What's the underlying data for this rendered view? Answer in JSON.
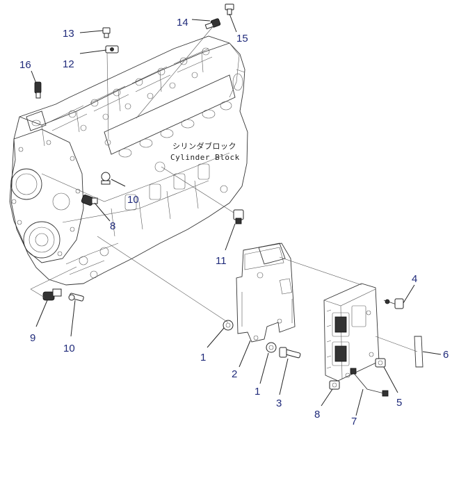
{
  "cylinder_block": {
    "label_jp": "シリンダブロック",
    "label_en": "Cylinder Block"
  },
  "callouts": [
    {
      "id": "c16",
      "text": "16"
    },
    {
      "id": "c13",
      "text": "13"
    },
    {
      "id": "c12",
      "text": "12"
    },
    {
      "id": "c14",
      "text": "14"
    },
    {
      "id": "c15",
      "text": "15"
    },
    {
      "id": "c10a",
      "text": "10"
    },
    {
      "id": "c8",
      "text": "8"
    },
    {
      "id": "c11",
      "text": "11"
    },
    {
      "id": "c4",
      "text": "4"
    },
    {
      "id": "c9",
      "text": "9"
    },
    {
      "id": "c10b",
      "text": "10"
    },
    {
      "id": "c1a",
      "text": "1"
    },
    {
      "id": "c2",
      "text": "2"
    },
    {
      "id": "c1b",
      "text": "1"
    },
    {
      "id": "c3",
      "text": "3"
    },
    {
      "id": "c6",
      "text": "6"
    },
    {
      "id": "c5",
      "text": "5"
    },
    {
      "id": "c8b",
      "text": "8"
    },
    {
      "id": "c7",
      "text": "7"
    }
  ]
}
